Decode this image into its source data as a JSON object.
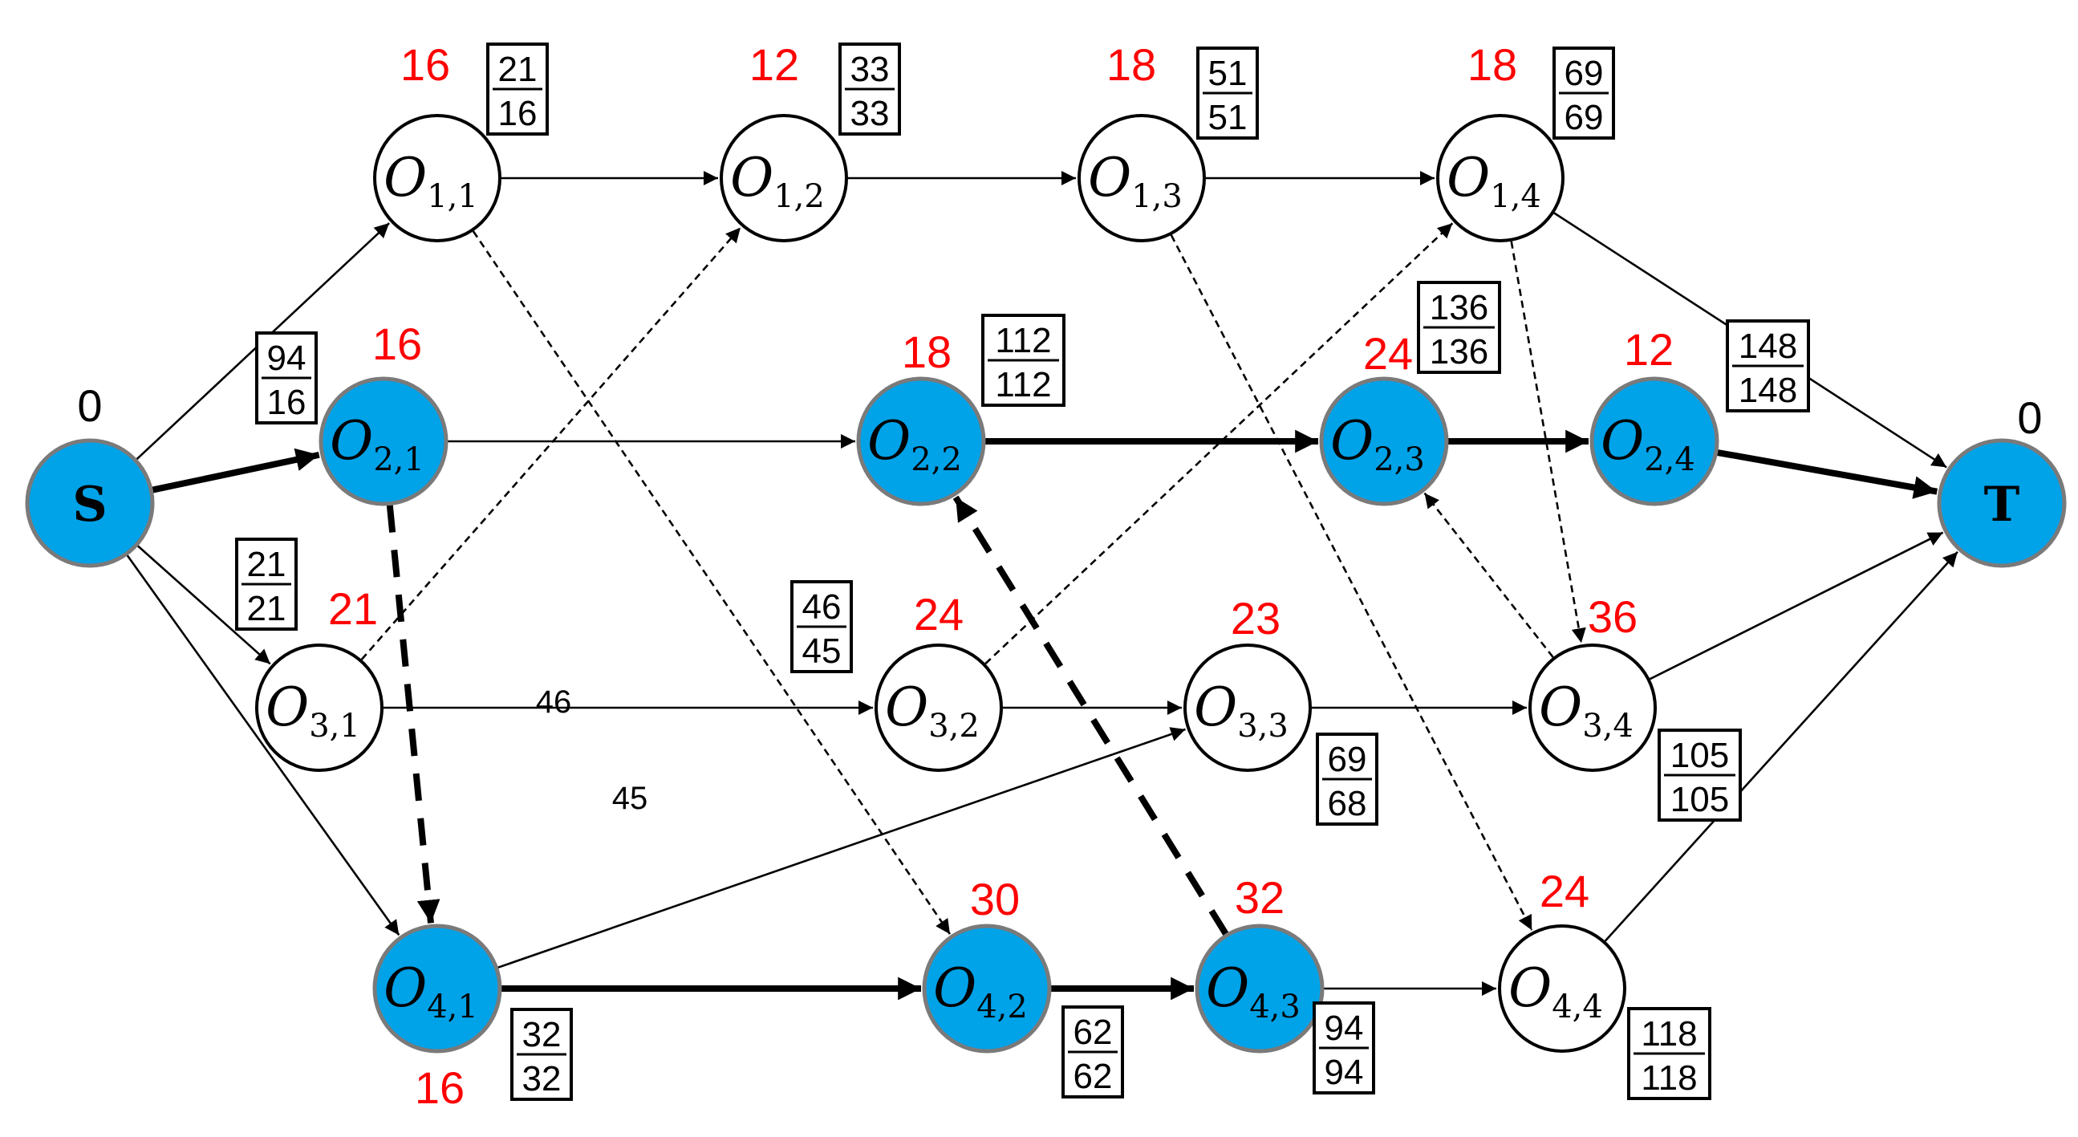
{
  "nodes": [
    {
      "id": "S",
      "main": "S",
      "sub": "",
      "filled": true,
      "dur": "0",
      "box": null
    },
    {
      "id": "T",
      "main": "T",
      "sub": "",
      "filled": true,
      "dur": "0",
      "box": null
    },
    {
      "id": "o11",
      "main": "O",
      "sub": "1,1",
      "filled": false,
      "dur": "16",
      "box": [
        "21",
        "16"
      ]
    },
    {
      "id": "o12",
      "main": "O",
      "sub": "1,2",
      "filled": false,
      "dur": "12",
      "box": [
        "33",
        "33"
      ]
    },
    {
      "id": "o13",
      "main": "O",
      "sub": "1,3",
      "filled": false,
      "dur": "18",
      "box": [
        "51",
        "51"
      ]
    },
    {
      "id": "o14",
      "main": "O",
      "sub": "1,4",
      "filled": false,
      "dur": "18",
      "box": [
        "69",
        "69"
      ]
    },
    {
      "id": "o21",
      "main": "O",
      "sub": "2,1",
      "filled": true,
      "dur": "16",
      "box": [
        "94",
        "16"
      ]
    },
    {
      "id": "o22",
      "main": "O",
      "sub": "2,2",
      "filled": true,
      "dur": "18",
      "box": [
        "112",
        "112"
      ]
    },
    {
      "id": "o23",
      "main": "O",
      "sub": "2,3",
      "filled": true,
      "dur": "24",
      "box": [
        "136",
        "136"
      ]
    },
    {
      "id": "o24",
      "main": "O",
      "sub": "2,4",
      "filled": true,
      "dur": "12",
      "box": [
        "148",
        "148"
      ]
    },
    {
      "id": "o31",
      "main": "O",
      "sub": "3,1",
      "filled": false,
      "dur": "21",
      "box": [
        "21",
        "21"
      ]
    },
    {
      "id": "o32",
      "main": "O",
      "sub": "3,2",
      "filled": false,
      "dur": "24",
      "box": [
        "46",
        "45"
      ]
    },
    {
      "id": "o33",
      "main": "O",
      "sub": "3,3",
      "filled": false,
      "dur": "23",
      "box": [
        "69",
        "68"
      ]
    },
    {
      "id": "o34",
      "main": "O",
      "sub": "3,4",
      "filled": false,
      "dur": "36",
      "box": [
        "105",
        "105"
      ]
    },
    {
      "id": "o41",
      "main": "O",
      "sub": "4,1",
      "filled": true,
      "dur": "16",
      "box": [
        "32",
        "32"
      ]
    },
    {
      "id": "o42",
      "main": "O",
      "sub": "4,2",
      "filled": true,
      "dur": "30",
      "box": [
        "62",
        "62"
      ]
    },
    {
      "id": "o43",
      "main": "O",
      "sub": "4,3",
      "filled": true,
      "dur": "32",
      "box": [
        "94",
        "94"
      ]
    },
    {
      "id": "o44",
      "main": "O",
      "sub": "4,4",
      "filled": false,
      "dur": "24",
      "box": [
        "118",
        "118"
      ]
    }
  ],
  "edges": [
    {
      "from": "S",
      "to": "o11",
      "style": "thin"
    },
    {
      "from": "S",
      "to": "o21",
      "style": "bold"
    },
    {
      "from": "S",
      "to": "o31",
      "style": "thin"
    },
    {
      "from": "S",
      "to": "o41",
      "style": "thin"
    },
    {
      "from": "o11",
      "to": "o12",
      "style": "thin"
    },
    {
      "from": "o12",
      "to": "o13",
      "style": "thin"
    },
    {
      "from": "o13",
      "to": "o14",
      "style": "thin"
    },
    {
      "from": "o14",
      "to": "T",
      "style": "thin"
    },
    {
      "from": "o21",
      "to": "o22",
      "style": "thin"
    },
    {
      "from": "o22",
      "to": "o23",
      "style": "bold"
    },
    {
      "from": "o23",
      "to": "o24",
      "style": "bold"
    },
    {
      "from": "o24",
      "to": "T",
      "style": "bold"
    },
    {
      "from": "o31",
      "to": "o32",
      "style": "thin"
    },
    {
      "from": "o32",
      "to": "o33",
      "style": "thin"
    },
    {
      "from": "o33",
      "to": "o34",
      "style": "thin"
    },
    {
      "from": "o34",
      "to": "T",
      "style": "thin"
    },
    {
      "from": "o41",
      "to": "o42",
      "style": "bold"
    },
    {
      "from": "o42",
      "to": "o43",
      "style": "bold"
    },
    {
      "from": "o43",
      "to": "o44",
      "style": "thin"
    },
    {
      "from": "o44",
      "to": "T",
      "style": "thin"
    },
    {
      "from": "o41",
      "to": "o33",
      "style": "thin"
    },
    {
      "from": "o11",
      "to": "o42",
      "style": "dash"
    },
    {
      "from": "o31",
      "to": "o12",
      "style": "dash"
    },
    {
      "from": "o13",
      "to": "o44",
      "style": "dash"
    },
    {
      "from": "o32",
      "to": "o14",
      "style": "dash"
    },
    {
      "from": "o14",
      "to": "o34",
      "style": "dash"
    },
    {
      "from": "o34",
      "to": "o23",
      "style": "dash"
    },
    {
      "from": "o21",
      "to": "o41",
      "style": "bolddash"
    },
    {
      "from": "o43",
      "to": "o22",
      "style": "bolddash"
    }
  ],
  "annotations": [
    "46",
    "45"
  ]
}
